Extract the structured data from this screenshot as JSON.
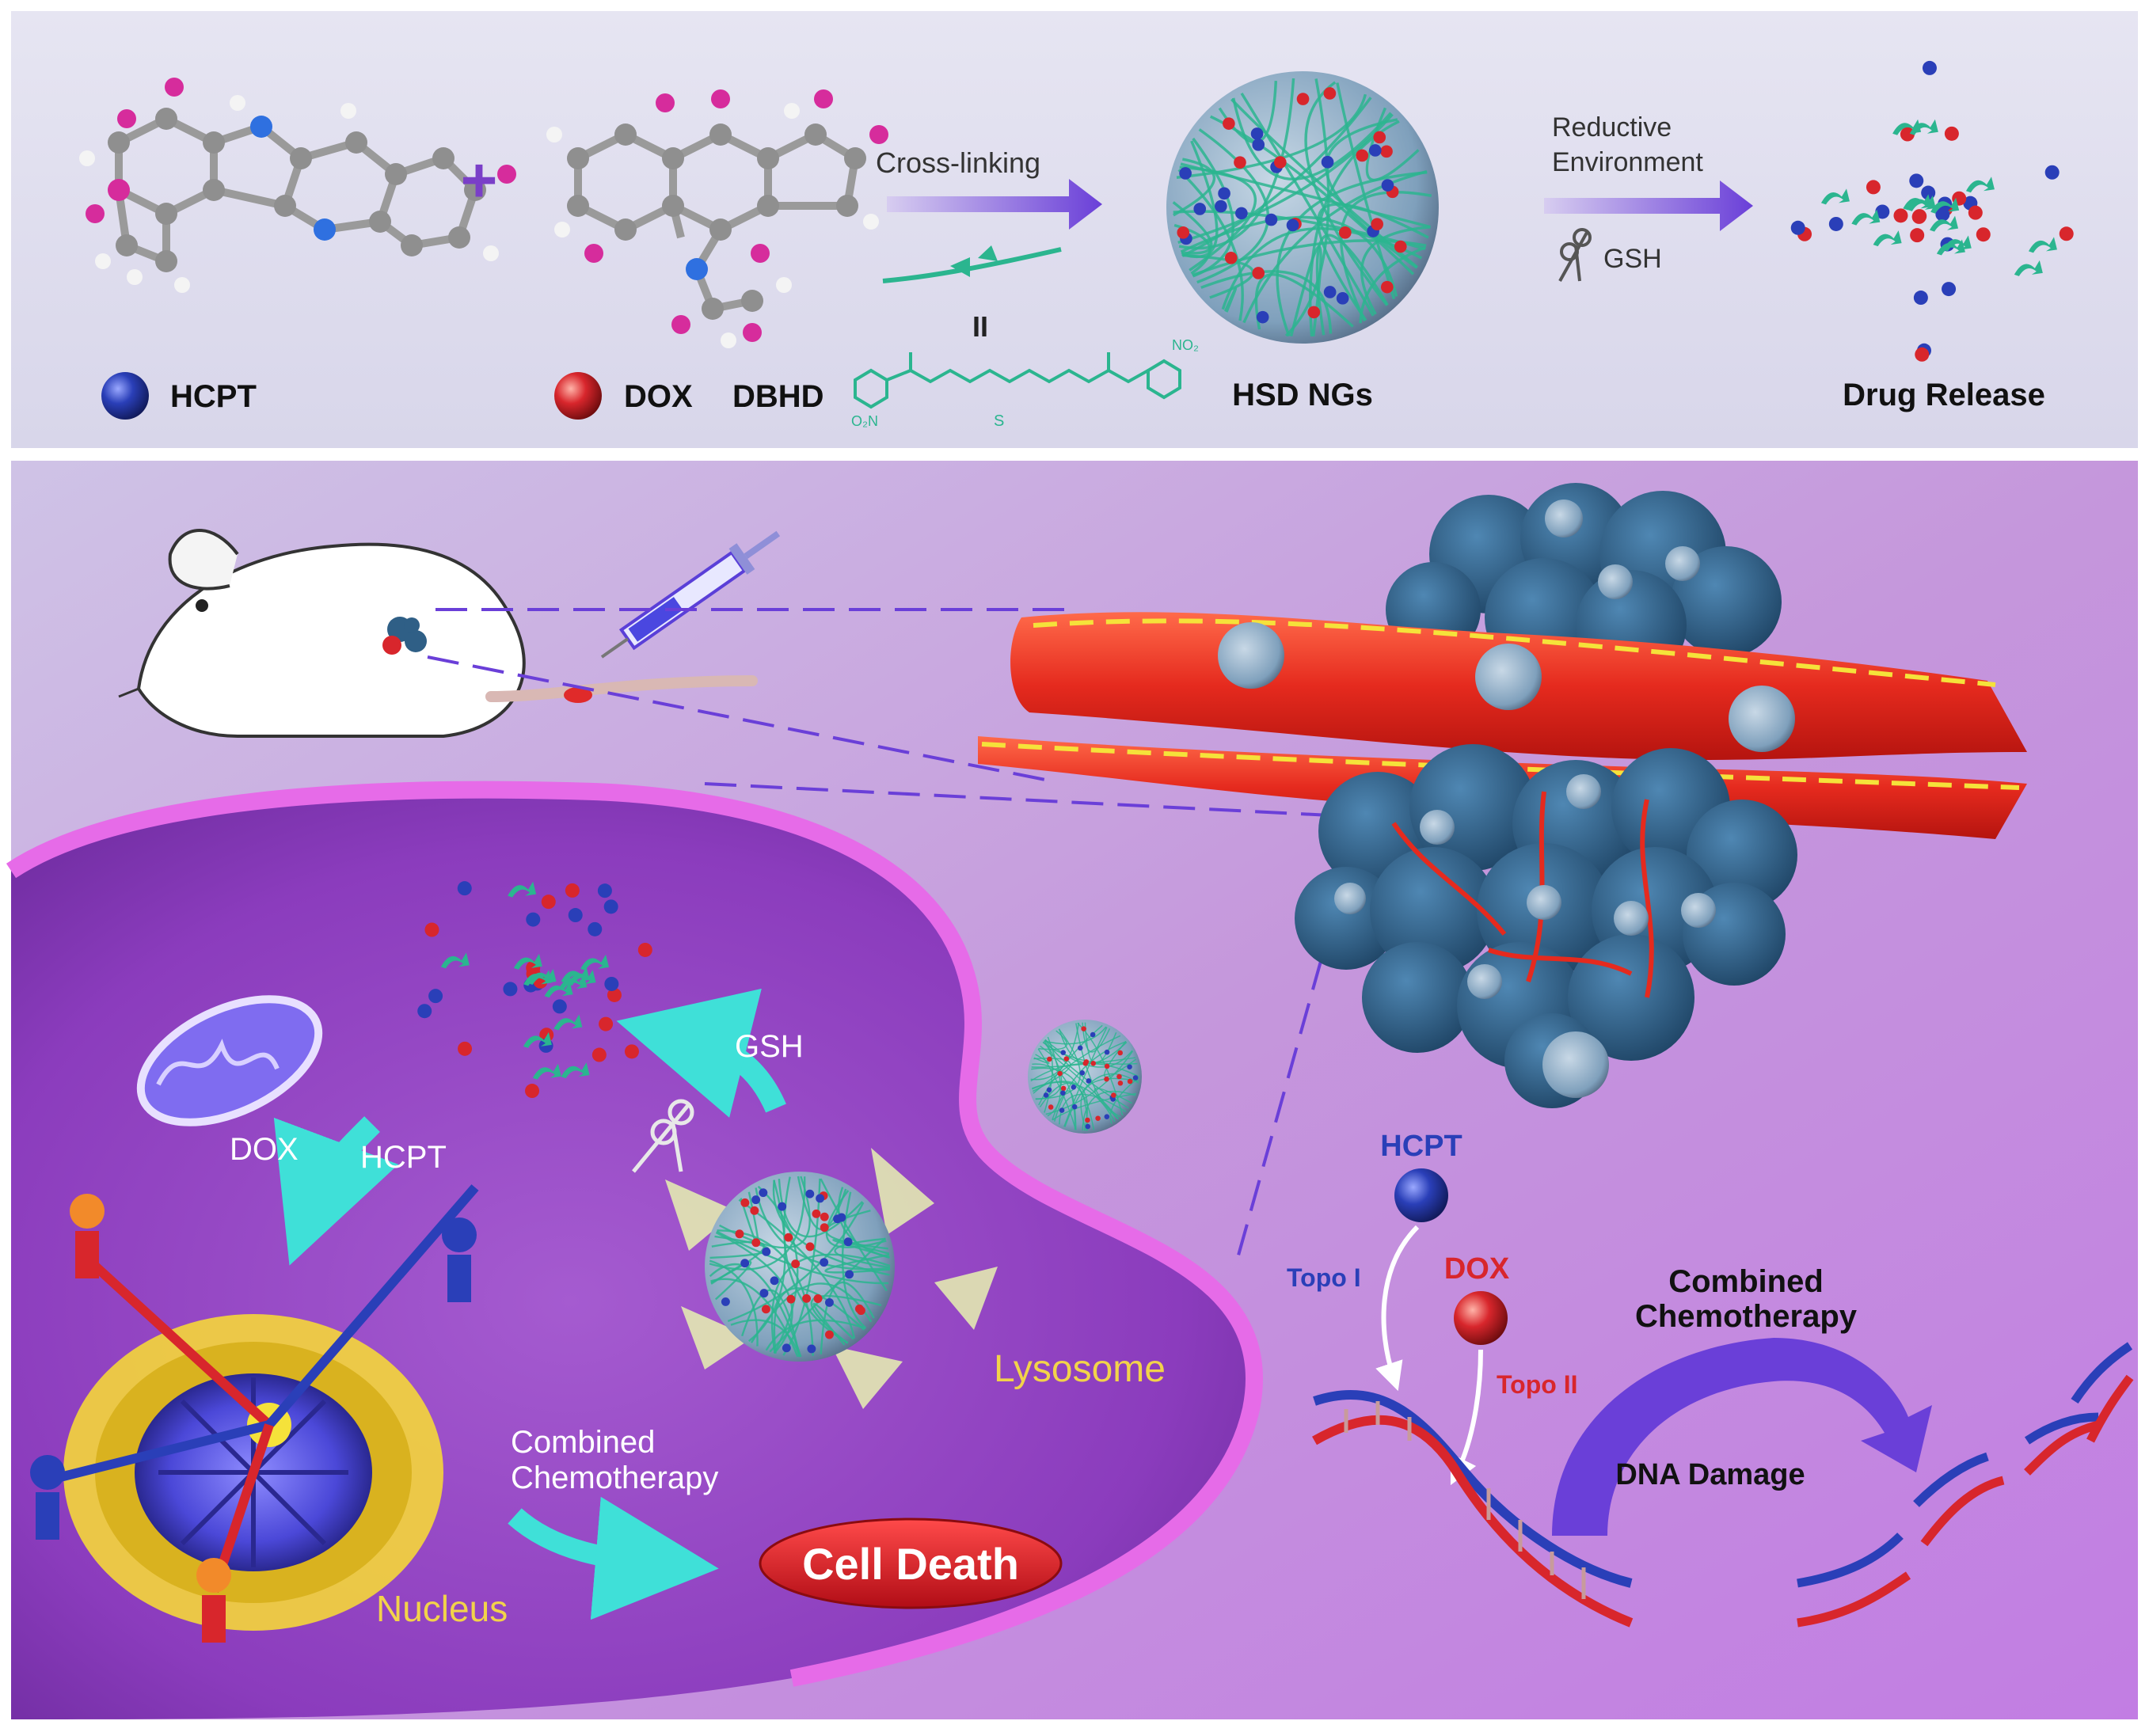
{
  "top_panel": {
    "legend_hcpt": "HCPT",
    "legend_dox": "DOX",
    "legend_dbhd": "DBHD",
    "crosslink_label": "Cross-linking",
    "equals_sign": "II",
    "nanogel_label": "HSD NGs",
    "reductive_label_line1": "Reductive",
    "reductive_label_line2": "Environment",
    "gsh_label": "GSH",
    "release_label": "Drug Release",
    "plus_sign": "+",
    "structure_no2_left": "O₂N",
    "structure_no2_right": "NO₂"
  },
  "bottom_panel": {
    "gsh_label": "GSH",
    "dox_label": "DOX",
    "hcpt_label": "HCPT",
    "lysosome_label": "Lysosome",
    "nucleus_label": "Nucleus",
    "combined_line1": "Combined",
    "combined_line2": "Chemotherapy",
    "cell_death_label": "Cell Death",
    "dna_hcpt_label": "HCPT",
    "dna_dox_label": "DOX",
    "topo1_label": "Topo I",
    "topo2_label": "Topo II",
    "dna_combined_line1": "Combined",
    "dna_combined_line2": "Chemotherapy",
    "dna_damage_label": "DNA Damage"
  },
  "colors": {
    "hcpt_blue": "#2a3fb8",
    "dox_red": "#d8262c",
    "linker_green": "#2bb58f",
    "arrow_purple": "#6a3fd8",
    "arrow_cyan": "#3fe0d8",
    "cell_purple": "#8a3ab8",
    "vessel_red": "#e52a1e",
    "tumor_blue": "#2f5f86",
    "nucleus_yellow": "#f5d63a",
    "lysosome_text": "#f2d34a"
  }
}
